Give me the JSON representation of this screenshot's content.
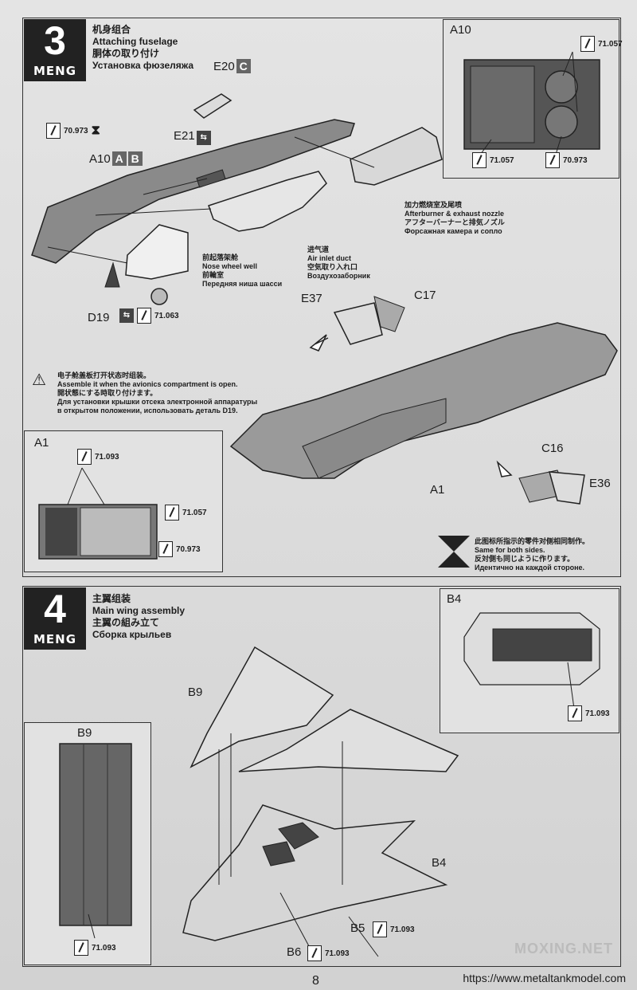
{
  "step3": {
    "number": "3",
    "brand": "MENG",
    "title_zh": "机身组合",
    "title_en": "Attaching fuselage",
    "title_ja": "胴体の取り付け",
    "title_ru": "Установка фюзеляжа",
    "parts": {
      "e20": "E20",
      "e20_box": "C",
      "e21": "E21",
      "a10": "A10",
      "a10_box1": "A",
      "a10_box2": "B",
      "d19": "D19",
      "e37": "E37",
      "c17": "C17",
      "c16": "C16",
      "e36": "E36",
      "a1": "A1"
    },
    "paints": {
      "p70973": "70.973",
      "p71063": "71.063"
    },
    "nosewell": {
      "zh": "前起落架舱",
      "en": "Nose wheel well",
      "ja": "前輪室",
      "ru": "Передняя ниша шасси"
    },
    "intake": {
      "zh": "进气道",
      "en": "Air inlet duct",
      "ja": "空気取り入れ口",
      "ru": "Воздухозаборник"
    },
    "afterburner": {
      "zh": "加力燃烧室及尾喷",
      "en": "Afterburner & exhaust nozzle",
      "ja": "アフターバーナーと排気ノズル",
      "ru": "Форсажная камера и сопло"
    },
    "warning": {
      "zh": "电子舱盖板打开状态时组装。",
      "en": "Assemble it when the avionics compartment is open.",
      "ja": "開状態にする時取り付けます。",
      "ru1": "Для установки крышки отсека электронной аппаратуры",
      "ru2": "в открытом положении, использовать деталь D19."
    },
    "same_sides": {
      "zh": "此图标所指示的零件对侧相同制作。",
      "en": "Same for both sides.",
      "ja": "反対側も同じように作ります。",
      "ru": "Идентично на каждой стороне."
    },
    "a10_detail": {
      "label": "A10",
      "paint1": "71.057",
      "paint2": "71.057",
      "paint3": "70.973"
    },
    "a1_detail": {
      "label": "A1",
      "paint1": "71.093",
      "paint2": "71.057",
      "paint3": "70.973"
    }
  },
  "step4": {
    "number": "4",
    "brand": "MENG",
    "title_zh": "主翼组装",
    "title_en": "Main wing assembly",
    "title_ja": "主翼の組み立て",
    "title_ru": "Сборка крыльев",
    "parts": {
      "b9": "B9",
      "b4": "B4",
      "b5": "B5",
      "b6": "B6"
    },
    "paints": {
      "b5": "71.093",
      "b6": "71.093"
    },
    "b4_detail": {
      "label": "B4",
      "paint": "71.093"
    },
    "b9_detail": {
      "label": "B9",
      "paint": "71.093"
    }
  },
  "footer": {
    "page": "8",
    "url": "https://www.metaltankmodel.com",
    "watermark": "MOXING.NET"
  }
}
